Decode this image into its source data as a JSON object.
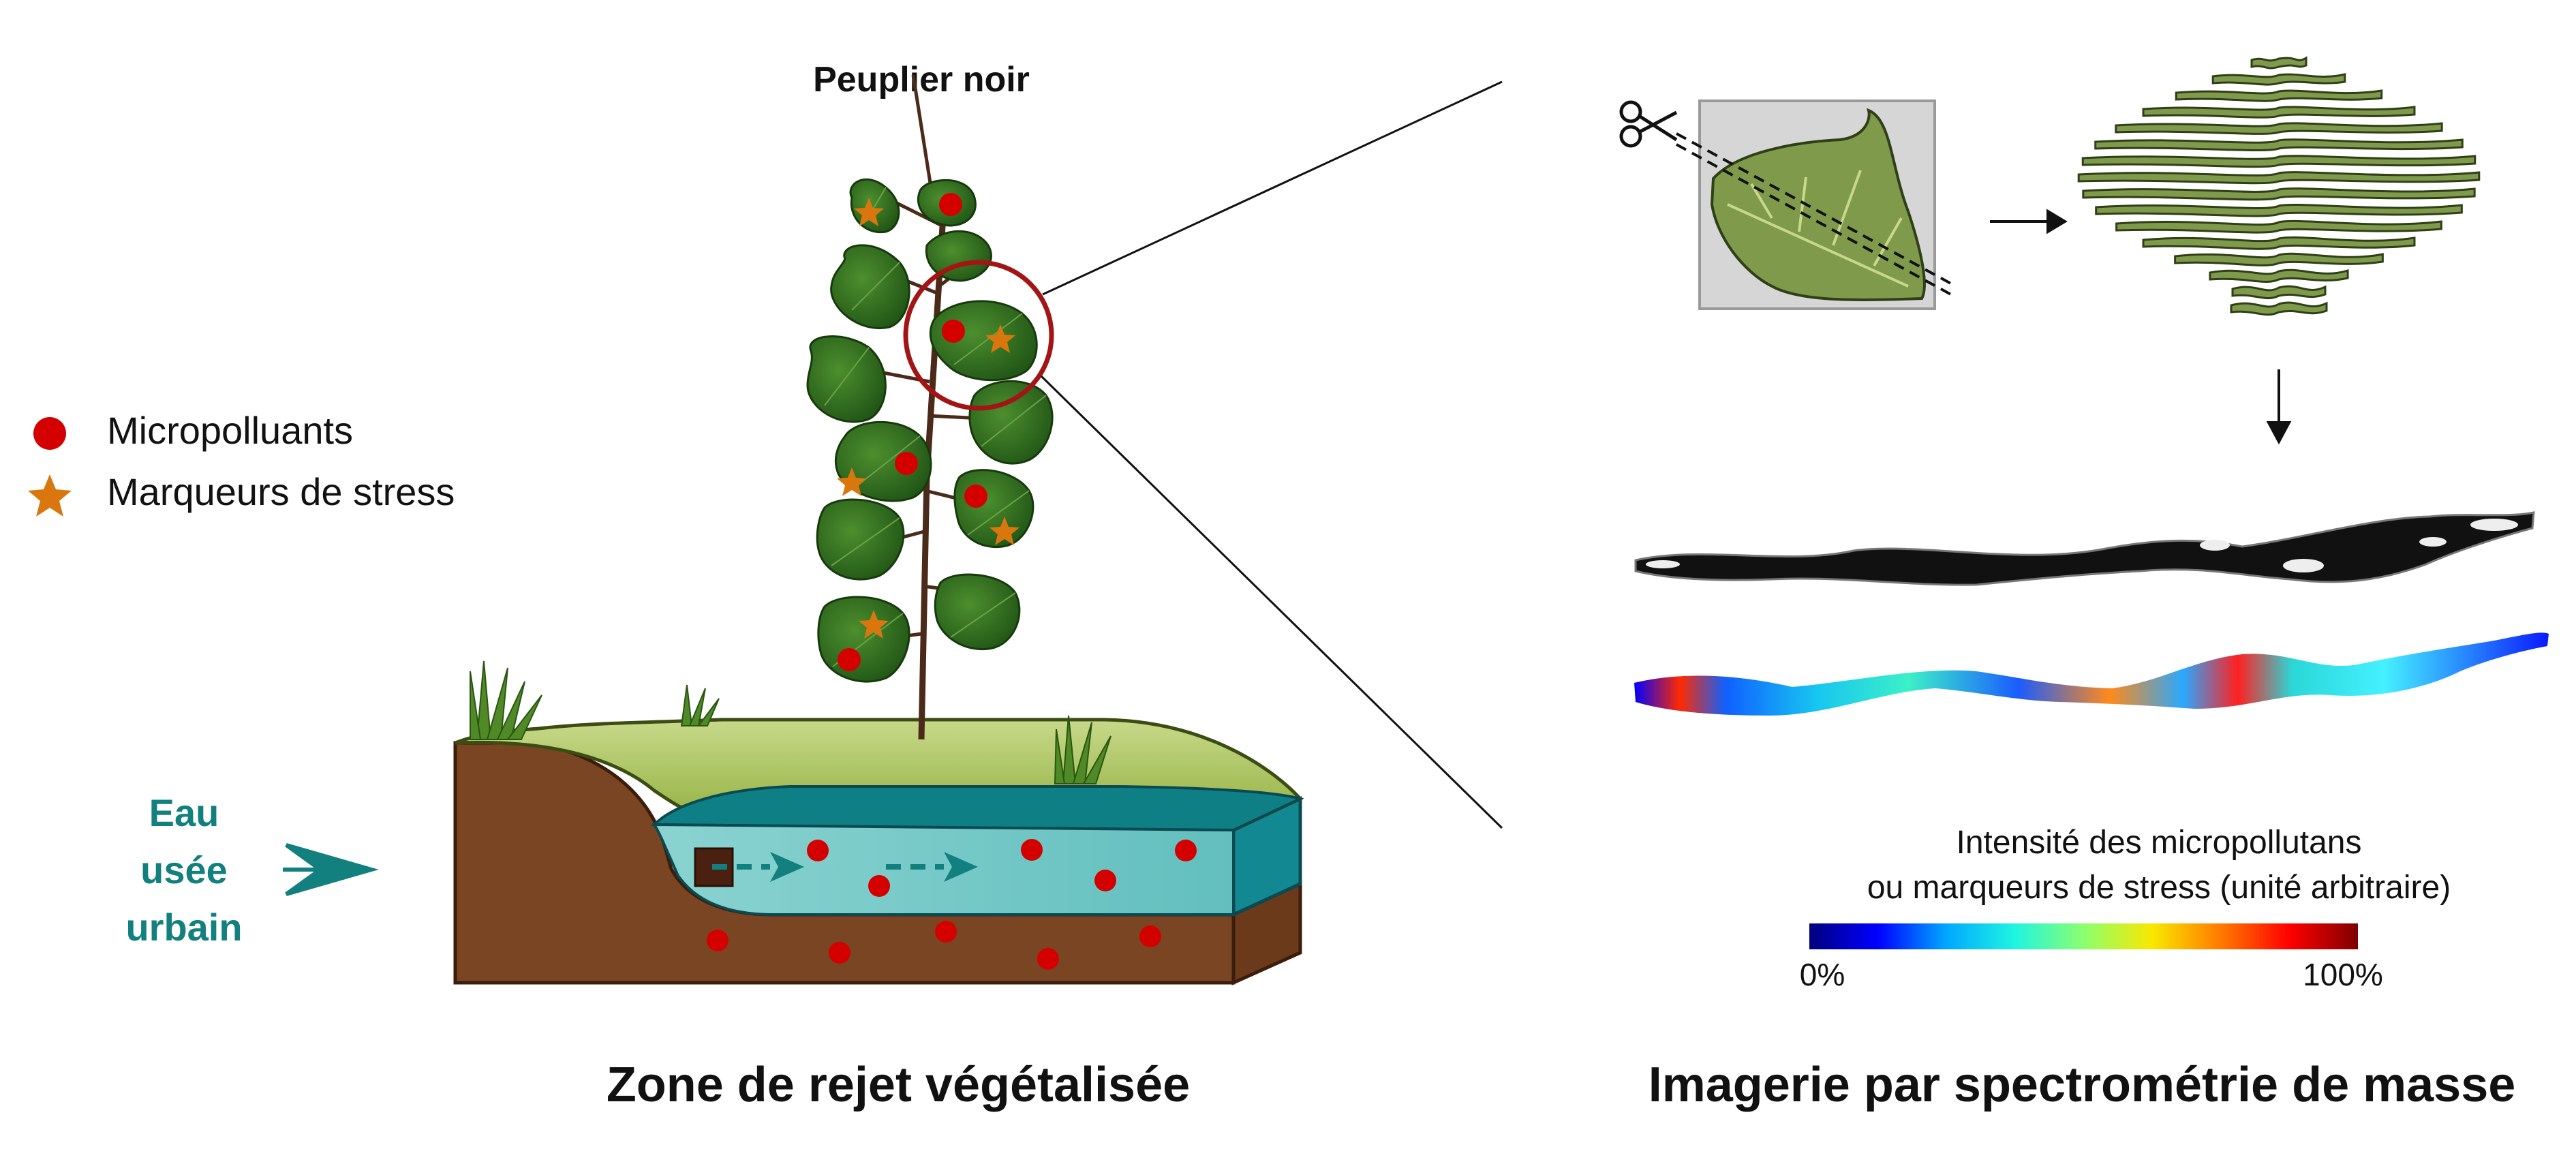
{
  "legend": {
    "items": [
      {
        "label": "Micropolluants",
        "marker": "red-dot-icon",
        "color": "#d40000"
      },
      {
        "label": "Marqueurs de stress",
        "marker": "orange-star-icon",
        "color": "#d9770e"
      }
    ]
  },
  "tree_title": "Peuplier noir",
  "inflow": {
    "line1": "Eau",
    "line2": "usée",
    "line3": "urbain",
    "color": "#12807f"
  },
  "left_caption": "Zone de rejet végétalisée",
  "right_caption": "Imagerie par spectrométrie de masse",
  "colorbar": {
    "title_line1": "Intensité des micropollutans",
    "title_line2": "ou marqueurs de stress (unité arbitraire)",
    "min_label": "0%",
    "max_label": "100%",
    "colors": [
      "#00007f",
      "#0000ff",
      "#00a8ff",
      "#1ff5e0",
      "#8cff6f",
      "#f9e800",
      "#ff7a00",
      "#ff0000",
      "#7f0000"
    ]
  },
  "palette": {
    "leaf": "#2f6a1f",
    "soil": "#7a4522",
    "water": "#66c5c4",
    "water_top": "#0f7f86",
    "grass_top": "#a9c25a",
    "highlight_ring": "#a31515"
  }
}
